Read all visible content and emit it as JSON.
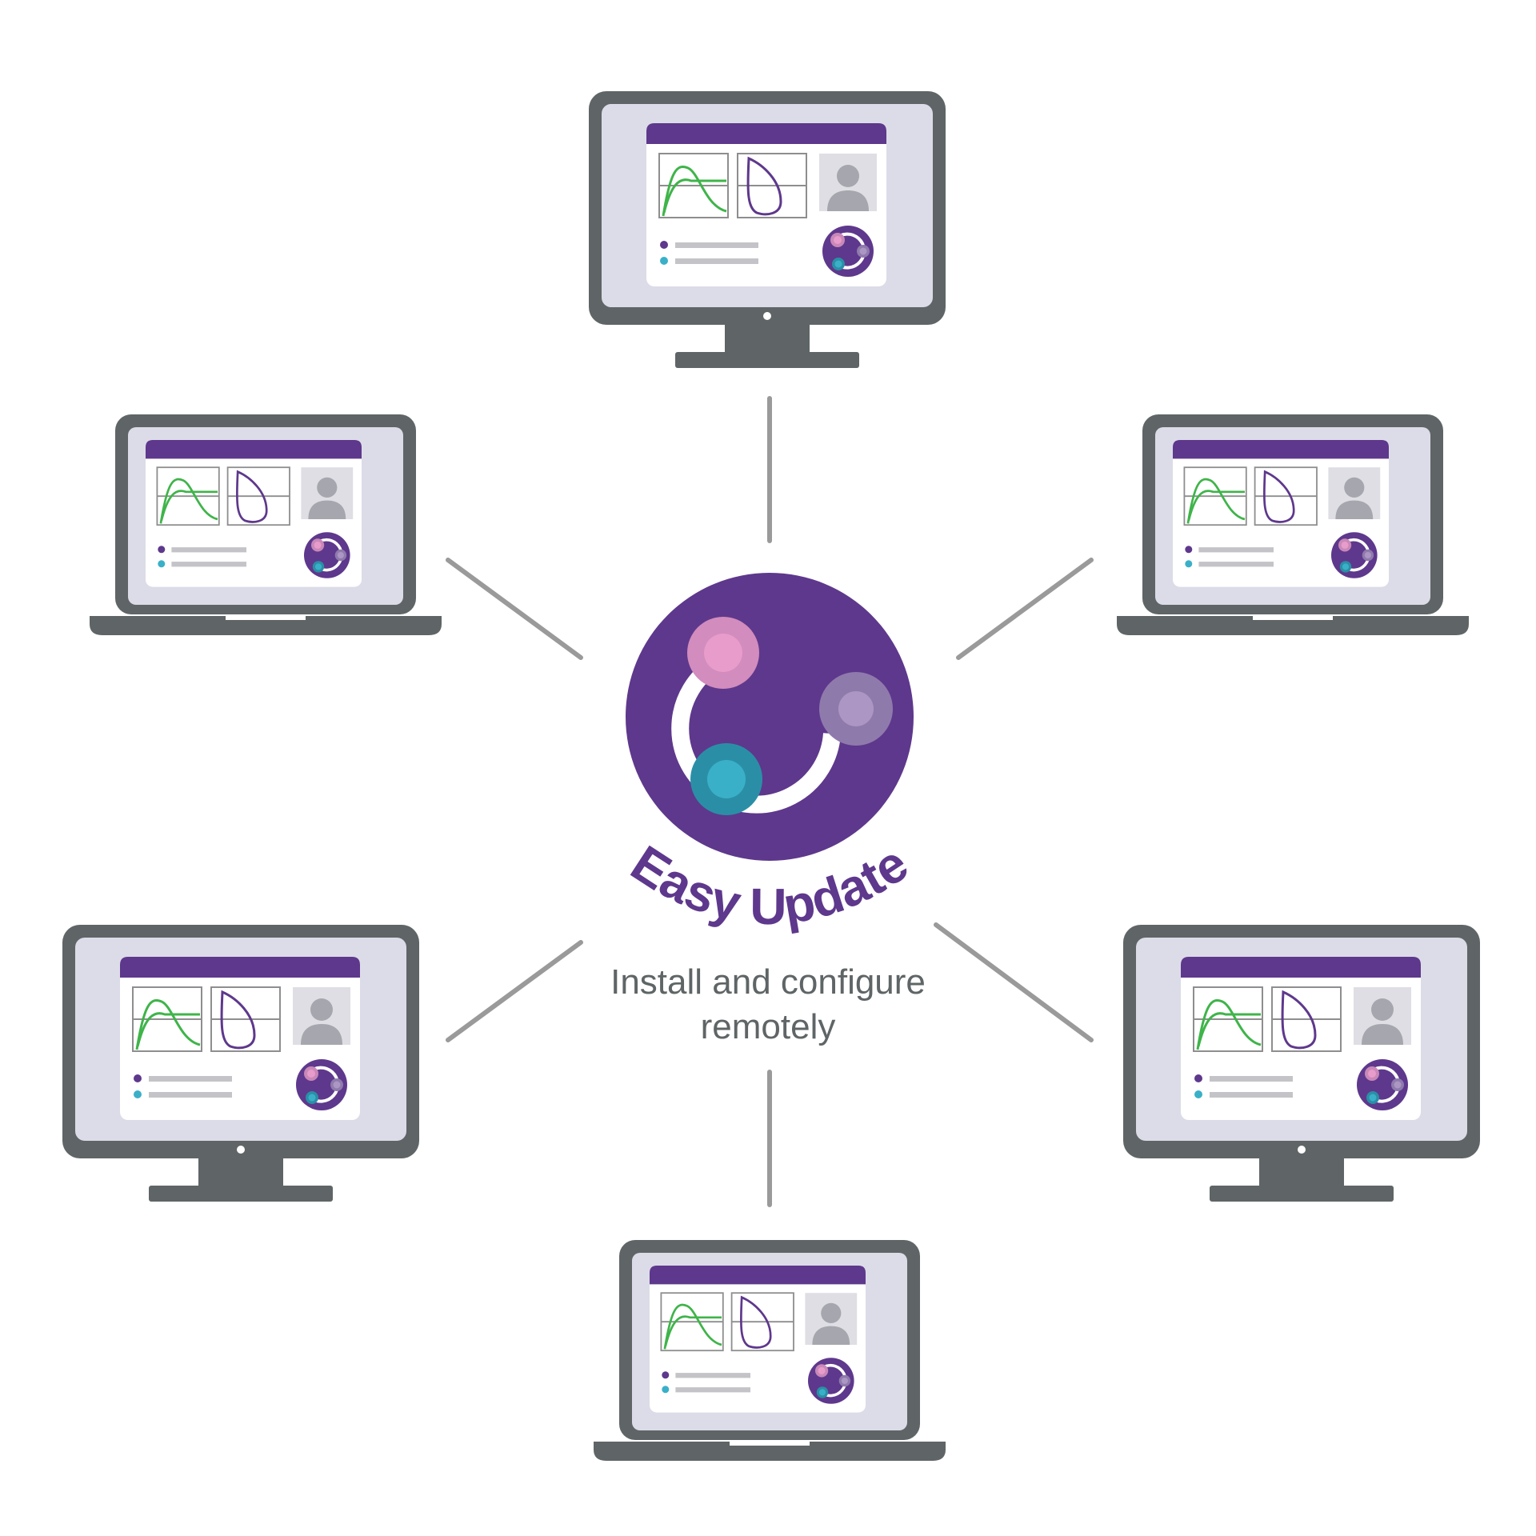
{
  "hub": {
    "title": "Easy Update",
    "subtitle_line1": "Install and configure",
    "subtitle_line2": "remotely",
    "icon": "easy-update-logo-icon"
  },
  "devices": [
    {
      "id": "top",
      "type": "desktop-monitor"
    },
    {
      "id": "upper-left",
      "type": "laptop"
    },
    {
      "id": "upper-right",
      "type": "laptop"
    },
    {
      "id": "lower-left",
      "type": "desktop-monitor"
    },
    {
      "id": "lower-right",
      "type": "desktop-monitor"
    },
    {
      "id": "bottom",
      "type": "laptop"
    }
  ],
  "screen_app": {
    "icons": [
      "line-chart-icon",
      "loop-chart-icon",
      "user-avatar-icon",
      "easy-update-logo-icon"
    ],
    "list_items": 2
  },
  "colors": {
    "purple": "#5e388c",
    "pink": "#e89ccb",
    "lavender": "#ab96c4",
    "teal": "#3ab0c8",
    "device_gray": "#5f6566",
    "screen_bg": "#dcdce8",
    "connector": "#9a9a9a",
    "chart_green": "#3fb44a"
  }
}
